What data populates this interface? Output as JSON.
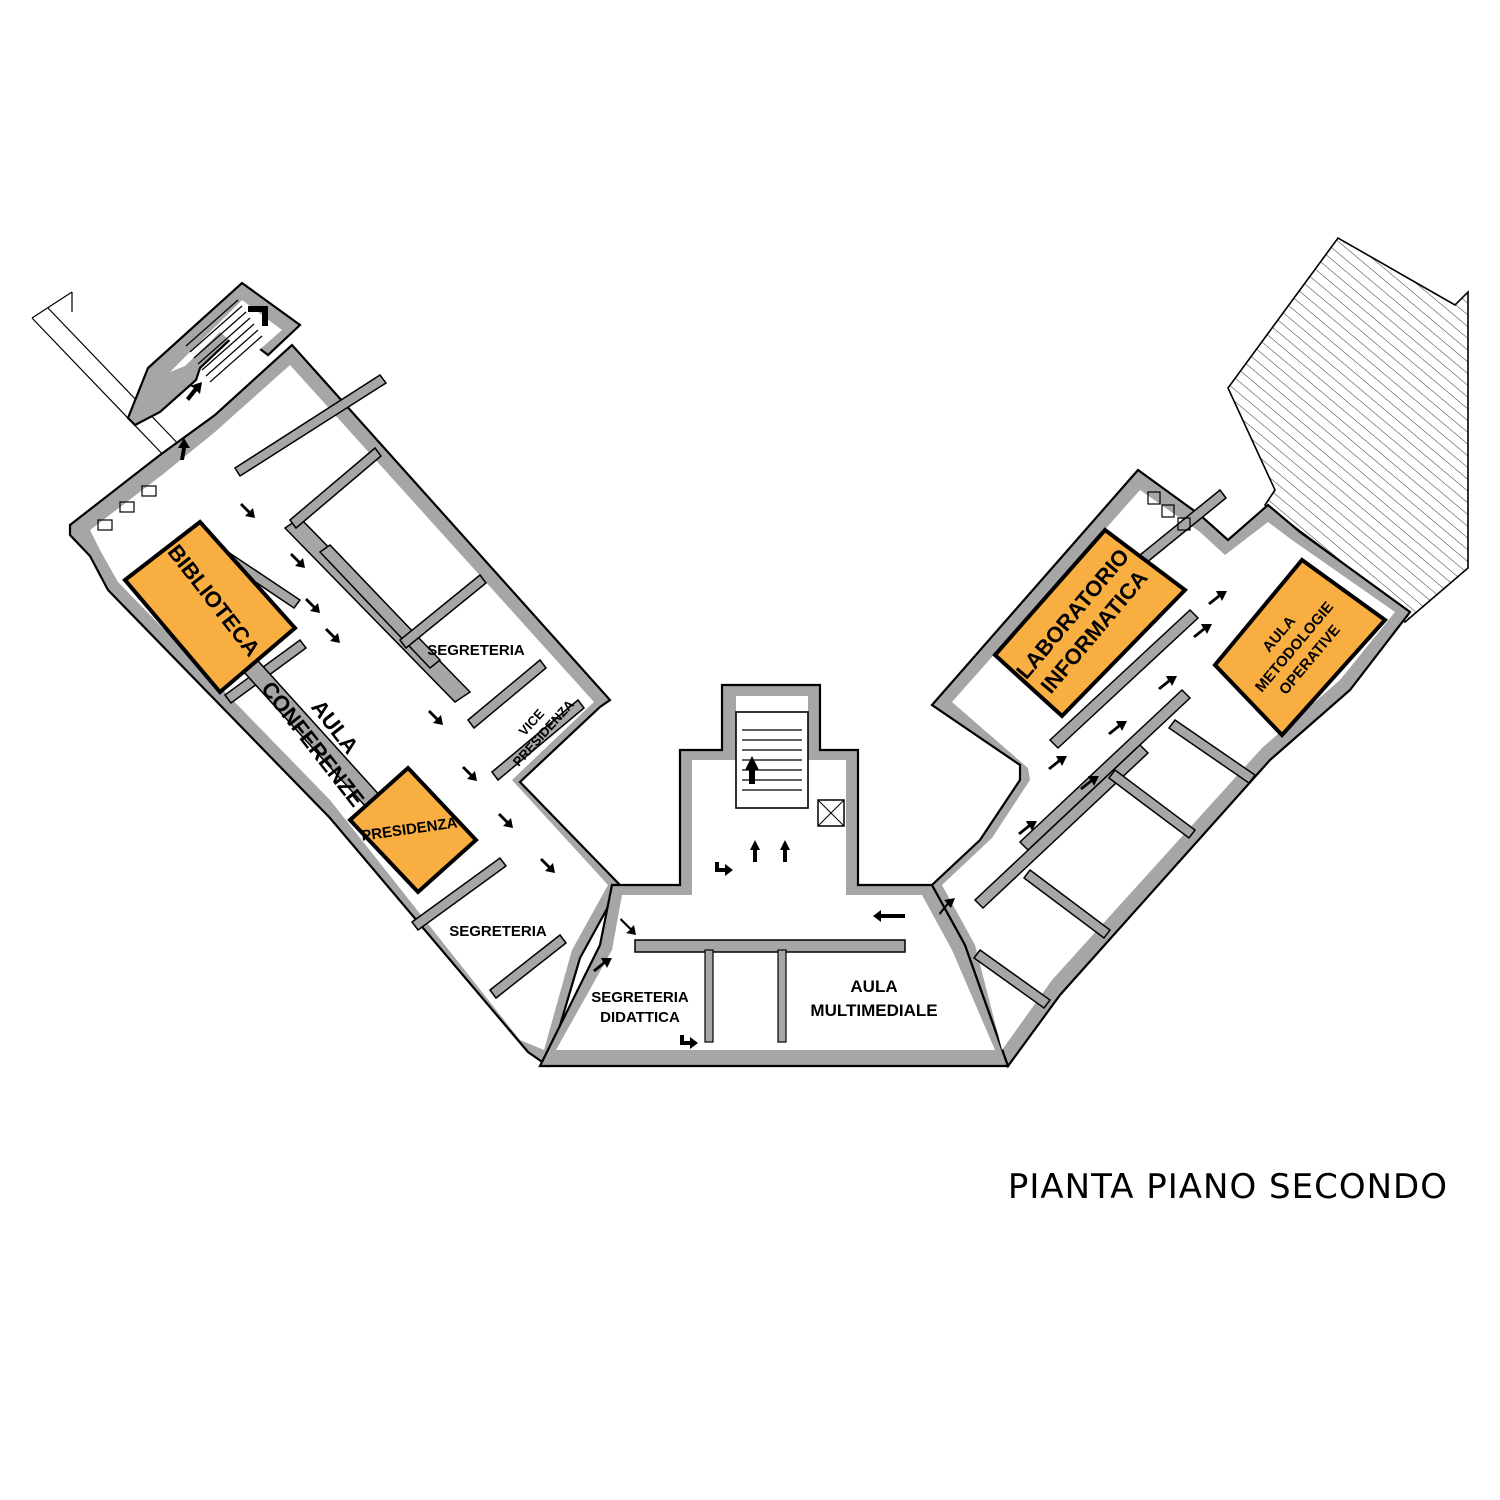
{
  "title": "PIANTA PIANO SECONDO",
  "rooms": {
    "biblioteca": "BIBLIOTECA",
    "aula_conferenze_line1": "AULA",
    "aula_conferenze_line2": "CONFERENZE",
    "presidenza": "PRESIDENZA",
    "segreteria_upper": "SEGRETERIA",
    "vice_presidenza_line1": "VICE",
    "vice_presidenza_line2": "PRESIDENZA",
    "segreteria_lower": "SEGRETERIA",
    "segreteria_didattica_line1": "SEGRETERIA",
    "segreteria_didattica_line2": "DIDATTICA",
    "aula_multimediale_line1": "AULA",
    "aula_multimediale_line2": "MULTIMEDIALE",
    "laboratorio_line1": "LABORATORIO",
    "laboratorio_line2": "INFORMATICA",
    "aula_metodologie_line1": "AULA",
    "aula_metodologie_line2": "METODOLOGIE",
    "aula_metodologie_line3": "OPERATIVE"
  },
  "colors": {
    "highlight": "#f9ae42",
    "wall": "#a6a6a6",
    "line": "#000000"
  },
  "highlighted_rooms": [
    "BIBLIOTECA",
    "PRESIDENZA",
    "LABORATORIO INFORMATICA",
    "AULA METODOLOGIE OPERATIVE"
  ],
  "icons": [
    "emergency-route-arrow",
    "staircase",
    "elevator",
    "toilet",
    "door-swing"
  ]
}
